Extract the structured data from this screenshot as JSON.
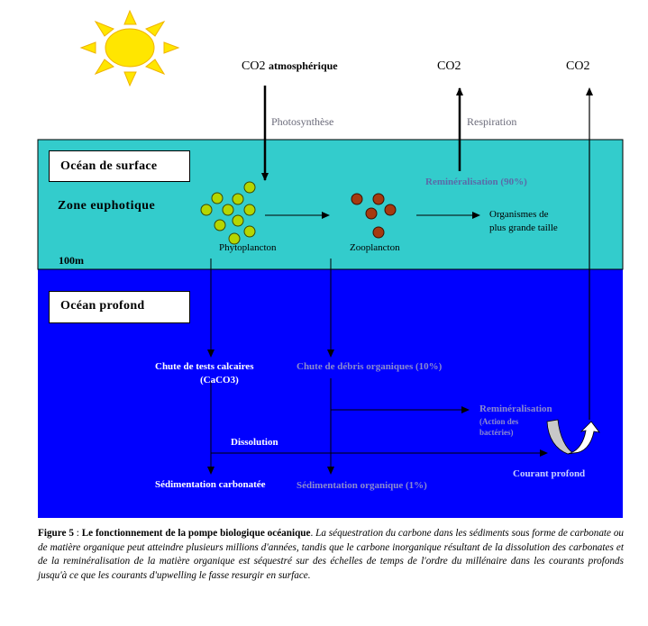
{
  "labels": {
    "co2_atmo_prefix": "CO2",
    "co2_atmo_suffix": "atmosphérique",
    "co2_respiration": "CO2",
    "co2_upwelling": "CO2",
    "photosynthese": "Photosynthèse",
    "respiration": "Respiration",
    "ocean_surface": "Océan de surface",
    "zone_euphotique": "Zone euphotique",
    "depth_100m": "100m",
    "phytoplancton": "Phytoplancton",
    "zooplancton": "Zooplancton",
    "remineralisation_90": "Reminéralisation (90%)",
    "organismes_line1": "Organismes de",
    "organismes_line2": "plus grande taille",
    "ocean_profond": "Océan profond",
    "chute_calcaires_line1": "Chute de tests calcaires",
    "chute_calcaires_line2": "(CaCO3)",
    "chute_debris": "Chute de débris organiques (10%)",
    "remineralisation_bact": "Reminéralisation",
    "action_line1": "(Action des",
    "action_line2": "bactéries)",
    "dissolution": "Dissolution",
    "courant_profond": "Courant profond",
    "sedimentation_carbonatee": "Sédimentation carbonatée",
    "sedimentation_organique": "Sédimentation  organique (1%)"
  },
  "caption": {
    "figure_label": "Figure 5",
    "separator": " : ",
    "title": "Le fonctionnement de la pompe biologique océanique",
    "title_end": ".  ",
    "body": "La séquestration du carbone dans les sédiments sous forme de carbonate ou de matière organique peut atteindre plusieurs millions d'années, tandis que le carbone inorganique résultant de la dissolution  des carbonates  et de la reminéralisation de la matière organique est séquestré sur des échelles de temps de l'ordre du  millénaire dans les courants profonds  jusqu'à ce que les  courants d'upwelling le fasse resurgir en surface."
  },
  "colors": {
    "surface_ocean": "#33cccc",
    "deep_ocean": "#0000ff",
    "sun": "#ffe600",
    "phytoplankton": "#b5d600",
    "zooplankton": "#a63a10",
    "pale_text": "#8a8ad0"
  },
  "icons": {
    "sun": "sun-icon",
    "phytoplankton": "phytoplankton-cluster-icon",
    "zooplankton": "zooplankton-cluster-icon",
    "upwelling": "curved-upwelling-arrow-icon"
  }
}
